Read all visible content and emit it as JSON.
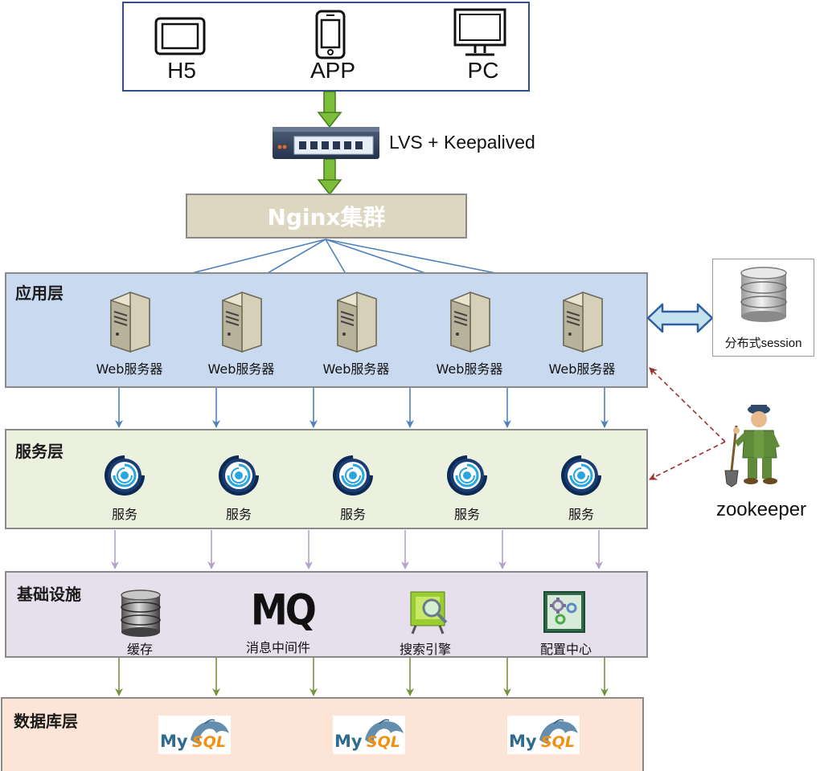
{
  "clients": [
    {
      "label": "H5",
      "icon": "tablet-icon"
    },
    {
      "label": "APP",
      "icon": "smartphone-icon"
    },
    {
      "label": "PC",
      "icon": "monitor-icon"
    }
  ],
  "lvs": {
    "label": "LVS + Keepalived",
    "icon": "network-switch-icon"
  },
  "nginx": {
    "label": "Nginx集群"
  },
  "app_layer": {
    "title": "应用层",
    "servers": [
      "Web服务器",
      "Web服务器",
      "Web服务器",
      "Web服务器",
      "Web服务器"
    ]
  },
  "session": {
    "label": "分布式session",
    "icon": "database-icon"
  },
  "service_layer": {
    "title": "服务层",
    "services": [
      "服务",
      "服务",
      "服务",
      "服务",
      "服务"
    ]
  },
  "zookeeper": {
    "label": "zookeeper",
    "icon": "zookeeper-mascot-icon"
  },
  "infra_layer": {
    "title": "基础设施",
    "items": [
      {
        "label": "缓存",
        "icon": "cache-db-icon"
      },
      {
        "label": "消息中间件",
        "icon": "mq-icon",
        "icon_text": "MQ"
      },
      {
        "label": "搜索引擎",
        "icon": "search-engine-icon"
      },
      {
        "label": "配置中心",
        "icon": "config-gears-icon"
      }
    ]
  },
  "db_layer": {
    "title": "数据库层",
    "databases": [
      {
        "my": "My",
        "sql": "SQL"
      },
      {
        "my": "My",
        "sql": "SQL"
      },
      {
        "my": "My",
        "sql": "SQL"
      }
    ]
  },
  "colors": {
    "client_border": "#2e4f8a",
    "green_arrow": "#7cbd3a",
    "nginx_fill": "#ddd7c2",
    "app_fill": "#c9d9ef",
    "service_fill": "#ebf1de",
    "infra_fill": "#e5e0ec",
    "db_fill": "#fce4d6",
    "blue_arrow": "#4f81bd",
    "purple_arrow": "#b3a2c7",
    "olive_arrow": "#77933c",
    "dashed_red": "#a0302e"
  }
}
